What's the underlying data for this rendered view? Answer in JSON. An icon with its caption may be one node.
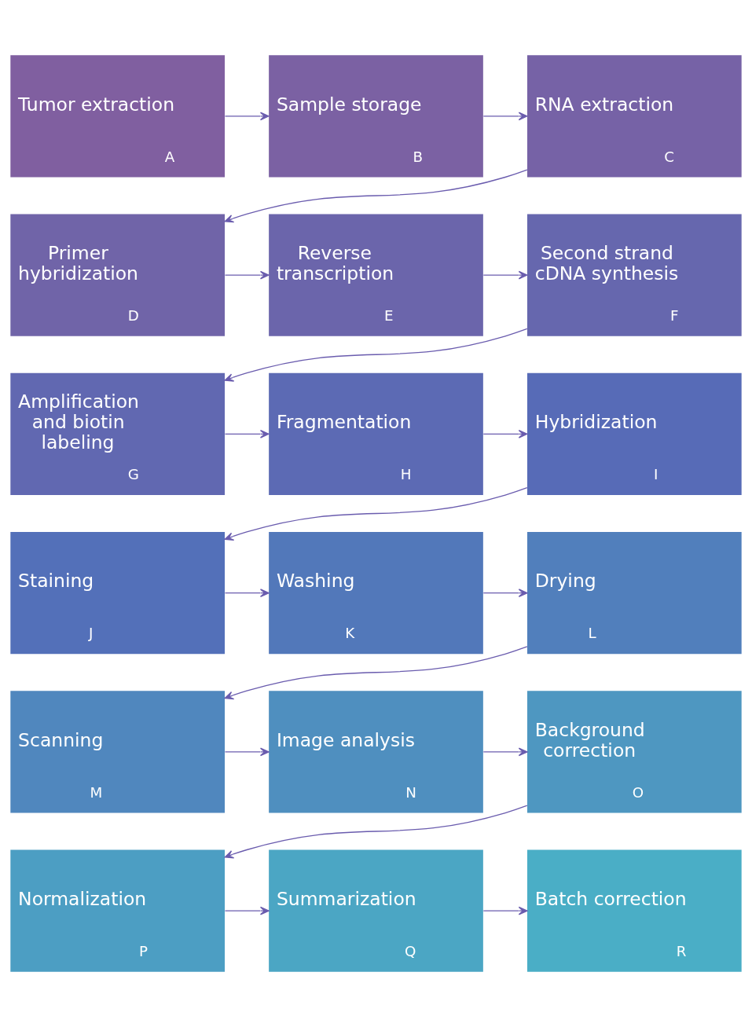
{
  "diagram": {
    "nodes": [
      {
        "text": [
          "Tumor extraction",
          "A"
        ]
      },
      {
        "text": [
          "Sample storage",
          "B"
        ]
      },
      {
        "text": [
          "RNA extraction",
          "C"
        ]
      },
      {
        "text": [
          "Primer hybridization",
          "D"
        ]
      },
      {
        "text": [
          "Reverse transcription",
          "E"
        ]
      },
      {
        "text": [
          "Second strand cDNA synthesis",
          "F"
        ]
      },
      {
        "text": [
          "Amplification and biotin labeling",
          "G"
        ]
      },
      {
        "text": [
          "Fragmentation",
          "H"
        ]
      },
      {
        "text": [
          "Hybridization",
          "I"
        ]
      },
      {
        "text": [
          "Staining",
          "J"
        ]
      },
      {
        "text": [
          "Washing",
          "K"
        ]
      },
      {
        "text": [
          "Drying",
          "L"
        ]
      },
      {
        "text": [
          "Scanning",
          "M"
        ]
      },
      {
        "text": [
          "Image analysis",
          "N"
        ]
      },
      {
        "text": [
          "Background correction",
          "O"
        ]
      },
      {
        "text": [
          "Normalization",
          "P"
        ]
      },
      {
        "text": [
          "Summarization",
          "Q"
        ]
      },
      {
        "text": [
          "Batch correction",
          "R"
        ]
      }
    ],
    "edges": [
      {
        "from": 0,
        "to": 1,
        "arrow": "to"
      },
      {
        "from": 1,
        "to": 2,
        "arrow": "to"
      },
      {
        "from": 2,
        "to": 3,
        "arrow": "to"
      },
      {
        "from": 3,
        "to": 4,
        "arrow": "to"
      },
      {
        "from": 4,
        "to": 5,
        "arrow": "to"
      },
      {
        "from": 5,
        "to": 6,
        "arrow": "to"
      },
      {
        "from": 6,
        "to": 7,
        "arrow": "to"
      },
      {
        "from": 7,
        "to": 8,
        "arrow": "to"
      },
      {
        "from": 8,
        "to": 9,
        "arrow": "to"
      },
      {
        "from": 9,
        "to": 10,
        "arrow": "to"
      },
      {
        "from": 10,
        "to": 11,
        "arrow": "to"
      },
      {
        "from": 11,
        "to": 12,
        "arrow": "to"
      },
      {
        "from": 12,
        "to": 13,
        "arrow": "to"
      },
      {
        "from": 13,
        "to": 14,
        "arrow": "to"
      },
      {
        "from": 14,
        "to": 15,
        "arrow": "to"
      },
      {
        "from": 15,
        "to": 16,
        "arrow": "to"
      },
      {
        "from": 16,
        "to": 17,
        "arrow": "to"
      }
    ]
  }
}
